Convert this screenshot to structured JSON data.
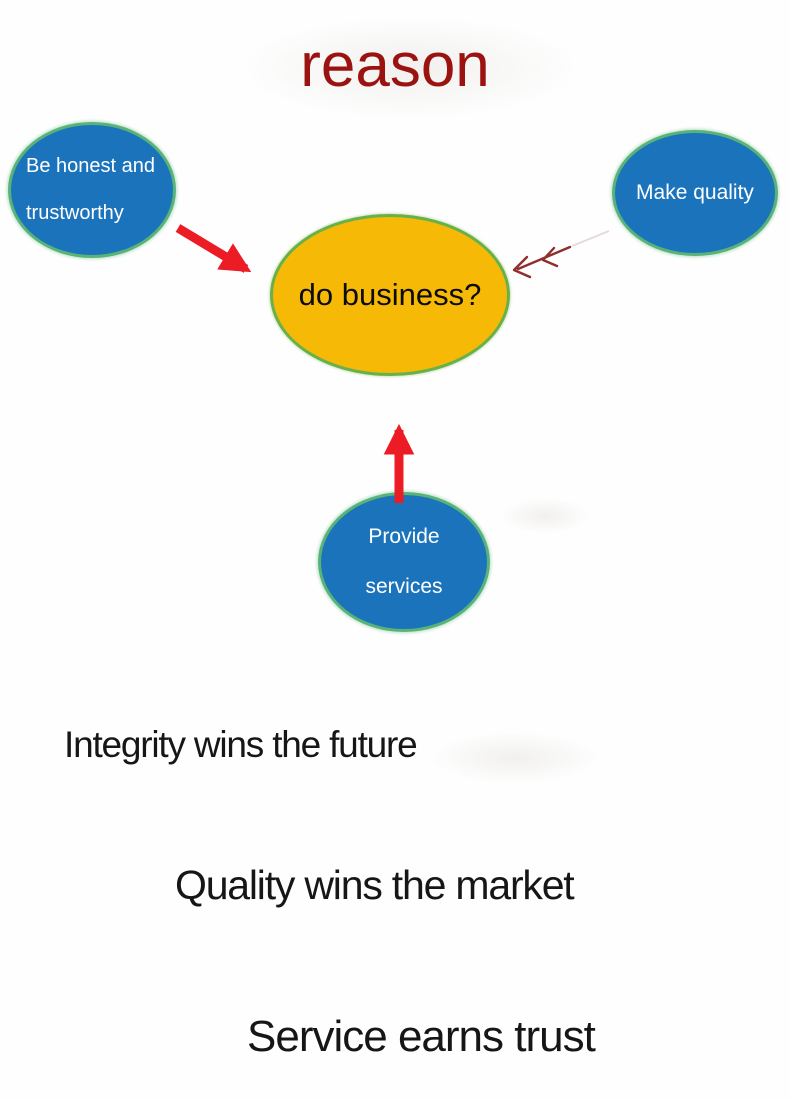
{
  "title": "reason",
  "colors": {
    "title_red": "#9b1310",
    "node_blue": "#1b74bb",
    "node_border_green": "#58b379",
    "node_yellow": "#f5b906",
    "arrow_red": "#ec1c24",
    "arrow_dark_red": "#8f2f2d",
    "slogan_black": "#161616",
    "node_text_white": "#ffffff"
  },
  "diagram": {
    "nodes": [
      {
        "id": "be-honest",
        "lines": [
          "Be honest and",
          "trustworthy"
        ]
      },
      {
        "id": "make-quality",
        "lines": [
          "Make quality"
        ]
      },
      {
        "id": "do-business",
        "lines": [
          "do business?"
        ]
      },
      {
        "id": "provide-services",
        "lines": [
          "Provide",
          "services"
        ]
      }
    ],
    "connections": [
      {
        "from": "Be honest and trustworthy",
        "to": "do business?",
        "style": "thick-red-arrow"
      },
      {
        "from": "Make quality",
        "to": "do business?",
        "style": "thin-dark-red-double-arrow"
      },
      {
        "from": "Provide services",
        "to": "do business?",
        "style": "thick-red-arrow"
      }
    ]
  },
  "slogans": [
    "Integrity wins the future",
    "Quality wins the market",
    "Service earns trust"
  ]
}
